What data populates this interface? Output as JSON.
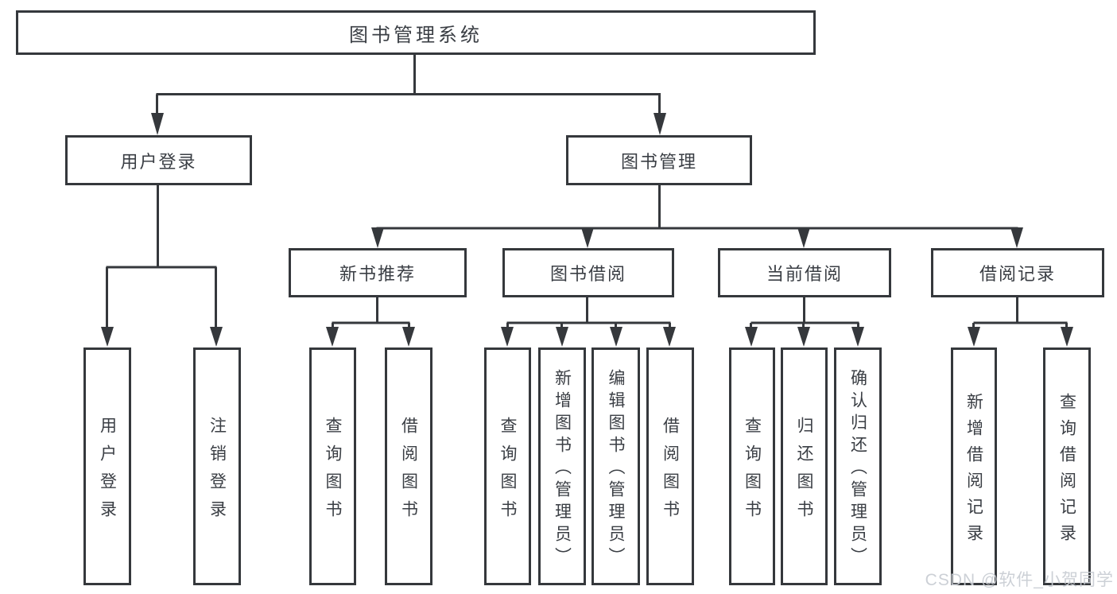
{
  "diagram": {
    "root": {
      "label": "图书管理系统"
    },
    "children": [
      {
        "label": "用户登录",
        "children": [
          {
            "label": "用户登录"
          },
          {
            "label": "注销登录"
          }
        ]
      },
      {
        "label": "图书管理",
        "children": [
          {
            "label": "新书推荐",
            "children": [
              {
                "label": "查询图书"
              },
              {
                "label": "借阅图书"
              }
            ]
          },
          {
            "label": "图书借阅",
            "children": [
              {
                "label": "查询图书"
              },
              {
                "label": "新增图书（管理员）"
              },
              {
                "label": "编辑图书（管理员）"
              },
              {
                "label": "借阅图书"
              }
            ]
          },
          {
            "label": "当前借阅",
            "children": [
              {
                "label": "查询图书"
              },
              {
                "label": "归还图书"
              },
              {
                "label": "确认归还（管理员）"
              }
            ]
          },
          {
            "label": "借阅记录",
            "children": [
              {
                "label": "新增借阅记录"
              },
              {
                "label": "查询借阅记录"
              }
            ]
          }
        ]
      }
    ]
  },
  "watermark": {
    "text": "CSDN @软件_小贺同学"
  },
  "colors": {
    "line": "#35383c",
    "text": "#3a3e44",
    "watermark": "#c8ccd3",
    "background": "#ffffff"
  }
}
